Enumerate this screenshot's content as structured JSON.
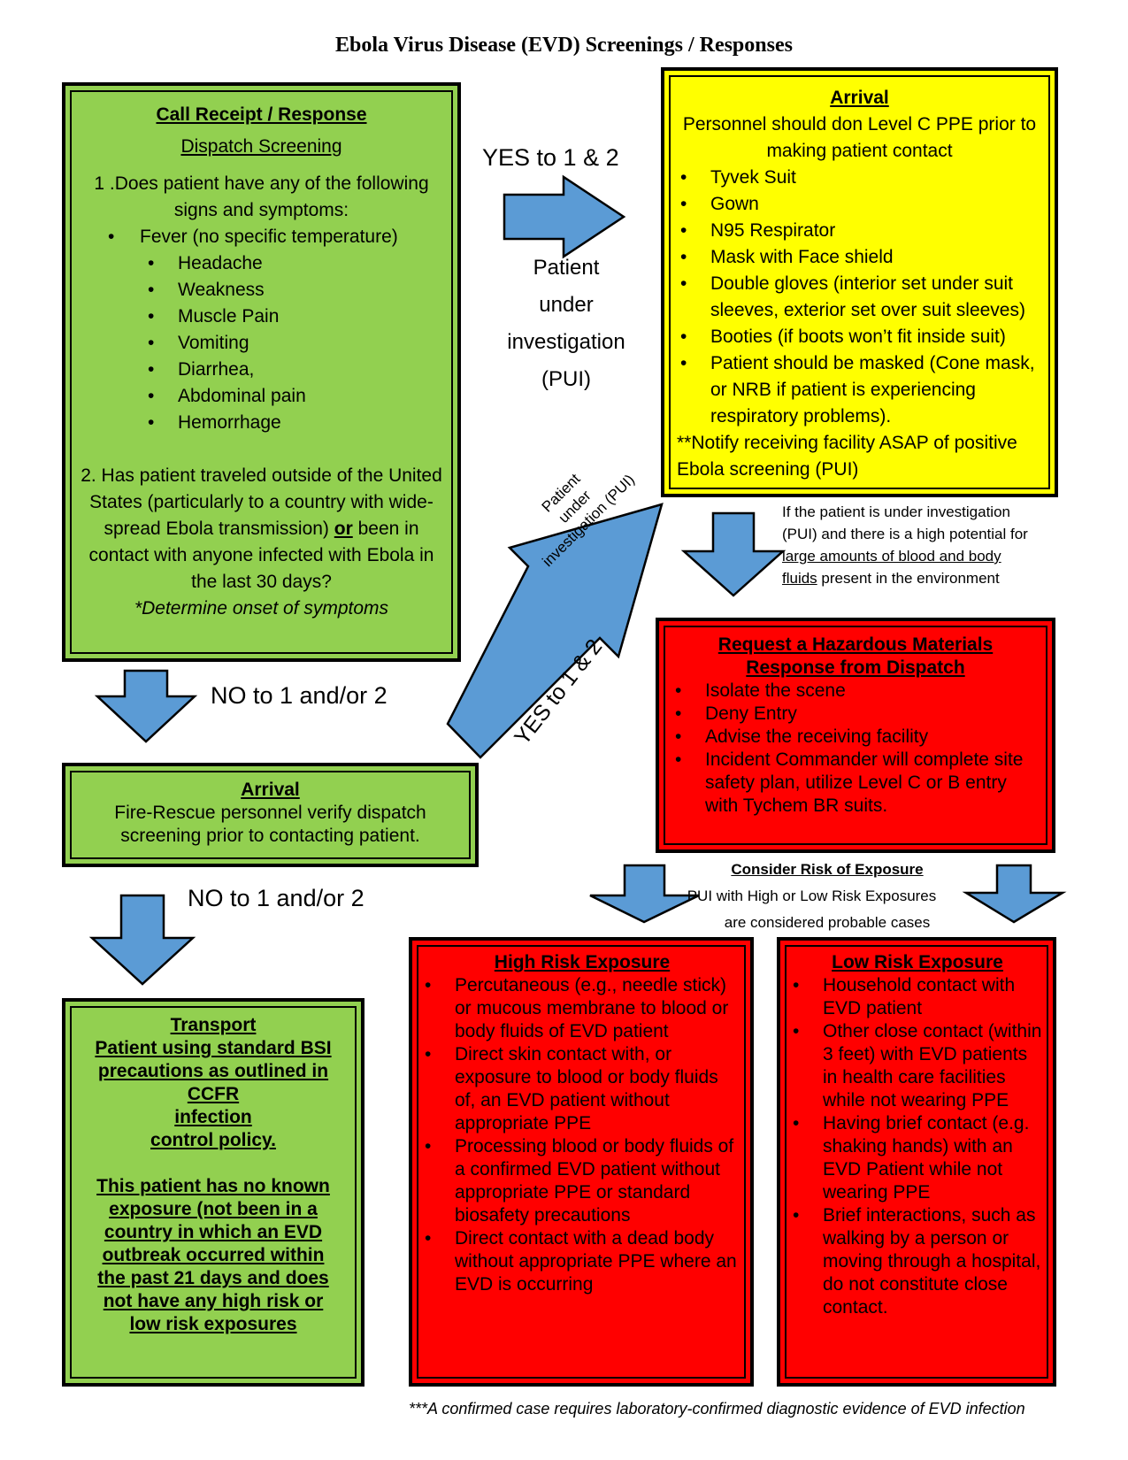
{
  "title": "Ebola Virus Disease (EVD)  Screenings / Responses",
  "call_box": {
    "heading": "Call Receipt / Response",
    "subheading": "Dispatch Screening",
    "q1": "1 .Does patient have any of the following signs and symptoms:",
    "fever": "Fever (no specific temperature)",
    "symptoms": [
      "Headache",
      "Weakness",
      "Muscle Pain",
      "Vomiting",
      "Diarrhea,",
      "Abdominal pain",
      "Hemorrhage"
    ],
    "q2_a": "2. Has patient traveled outside of the United States  (particularly to a country with wide-spread Ebola transmission)",
    "q2_or": "or",
    "q2_b": "been in contact with anyone infected with Ebola in the last 30 days?",
    "note": "*Determine onset of  symptoms"
  },
  "arrival_ppe_box": {
    "heading": "Arrival",
    "intro": "Personnel should don Level C PPE prior to making patient contact",
    "items": [
      "Tyvek Suit",
      "Gown",
      "N95 Respirator",
      "Mask with Face  shield",
      "Double gloves (interior set under suit sleeves, exterior set over suit sleeves)",
      "Booties (if boots won’t fit inside suit)",
      "Patient should be masked (Cone mask, or NRB if patient is experiencing respiratory problems)."
    ],
    "notify": "**Notify receiving facility ASAP of positive Ebola screening (PUI)"
  },
  "labels": {
    "yes_top": "YES to 1 & 2",
    "pui_top": [
      "Patient",
      "under",
      "investigation",
      "(PUI)"
    ],
    "pui_diag": [
      "Patient",
      "under",
      "investigation (PUI)"
    ],
    "yes_diag": "YES to 1 & 2",
    "no_1": "NO to 1 and/or 2",
    "no_2": "NO to 1 and/or 2"
  },
  "pui_note": {
    "pre": "If the patient is under investigation (PUI)  and there is  a high potential for",
    "underlined": "large amounts of blood and body fluids",
    "post": "present in the environment"
  },
  "hazmat_box": {
    "heading_1": "Request a Hazardous Materials",
    "heading_2": "Response from Dispatch",
    "items": [
      "Isolate the scene",
      "Deny Entry",
      "Advise the receiving facility",
      "Incident Commander will complete site safety plan, utilize Level C or B entry with Tychem BR suits."
    ]
  },
  "arrival_green": {
    "heading": "Arrival",
    "body": "Fire-Rescue personnel verify dispatch screening prior to contacting patient."
  },
  "risk_note": {
    "heading": "Consider Risk of Exposure",
    "line1": "PUI with High or Low Risk Exposures",
    "line2": "are considered probable cases"
  },
  "transport_box": {
    "heading": "Transport",
    "body": "Patient using standard BSI precautions as outlined in CCFR infection control policy.",
    "body_lines": [
      "Patient using standard BSI",
      "precautions as outlined in",
      "CCFR",
      "infection",
      "control policy."
    ],
    "note_lines": [
      "This patient has no known",
      "exposure (not been in a",
      "country in which an EVD",
      "outbreak occurred within",
      "the past 21 days and does",
      "not have any high risk or",
      "low risk exposures"
    ]
  },
  "high_risk_box": {
    "heading": "High Risk Exposure",
    "items": [
      "Percutaneous (e.g., needle stick) or mucous membrane to blood or body fluids of EVD patient",
      "Direct skin contact with, or exposure to blood or body fluids of, an EVD patient without appropriate PPE",
      "Processing blood or body fluids of a confirmed EVD patient without appropriate PPE or standard biosafety precautions",
      "Direct contact with a dead body without  appropriate PPE where an EVD is occurring"
    ]
  },
  "low_risk_box": {
    "heading": "Low Risk Exposure",
    "items": [
      "Household contact with EVD patient",
      "Other close contact (within 3 feet) with EVD patients in health care facilities while not wearing PPE",
      "Having brief contact (e.g. shaking hands) with an EVD Patient while not wearing PPE",
      "Brief interactions, such as walking by a person or moving through a hospital, do not constitute close contact."
    ]
  },
  "footnote": "***A confirmed case requires laboratory-confirmed diagnostic evidence of EVD infection",
  "colors": {
    "green": "#92d050",
    "yellow": "#ffff00",
    "red": "#ff0000",
    "arrow": "#5b9bd5"
  }
}
